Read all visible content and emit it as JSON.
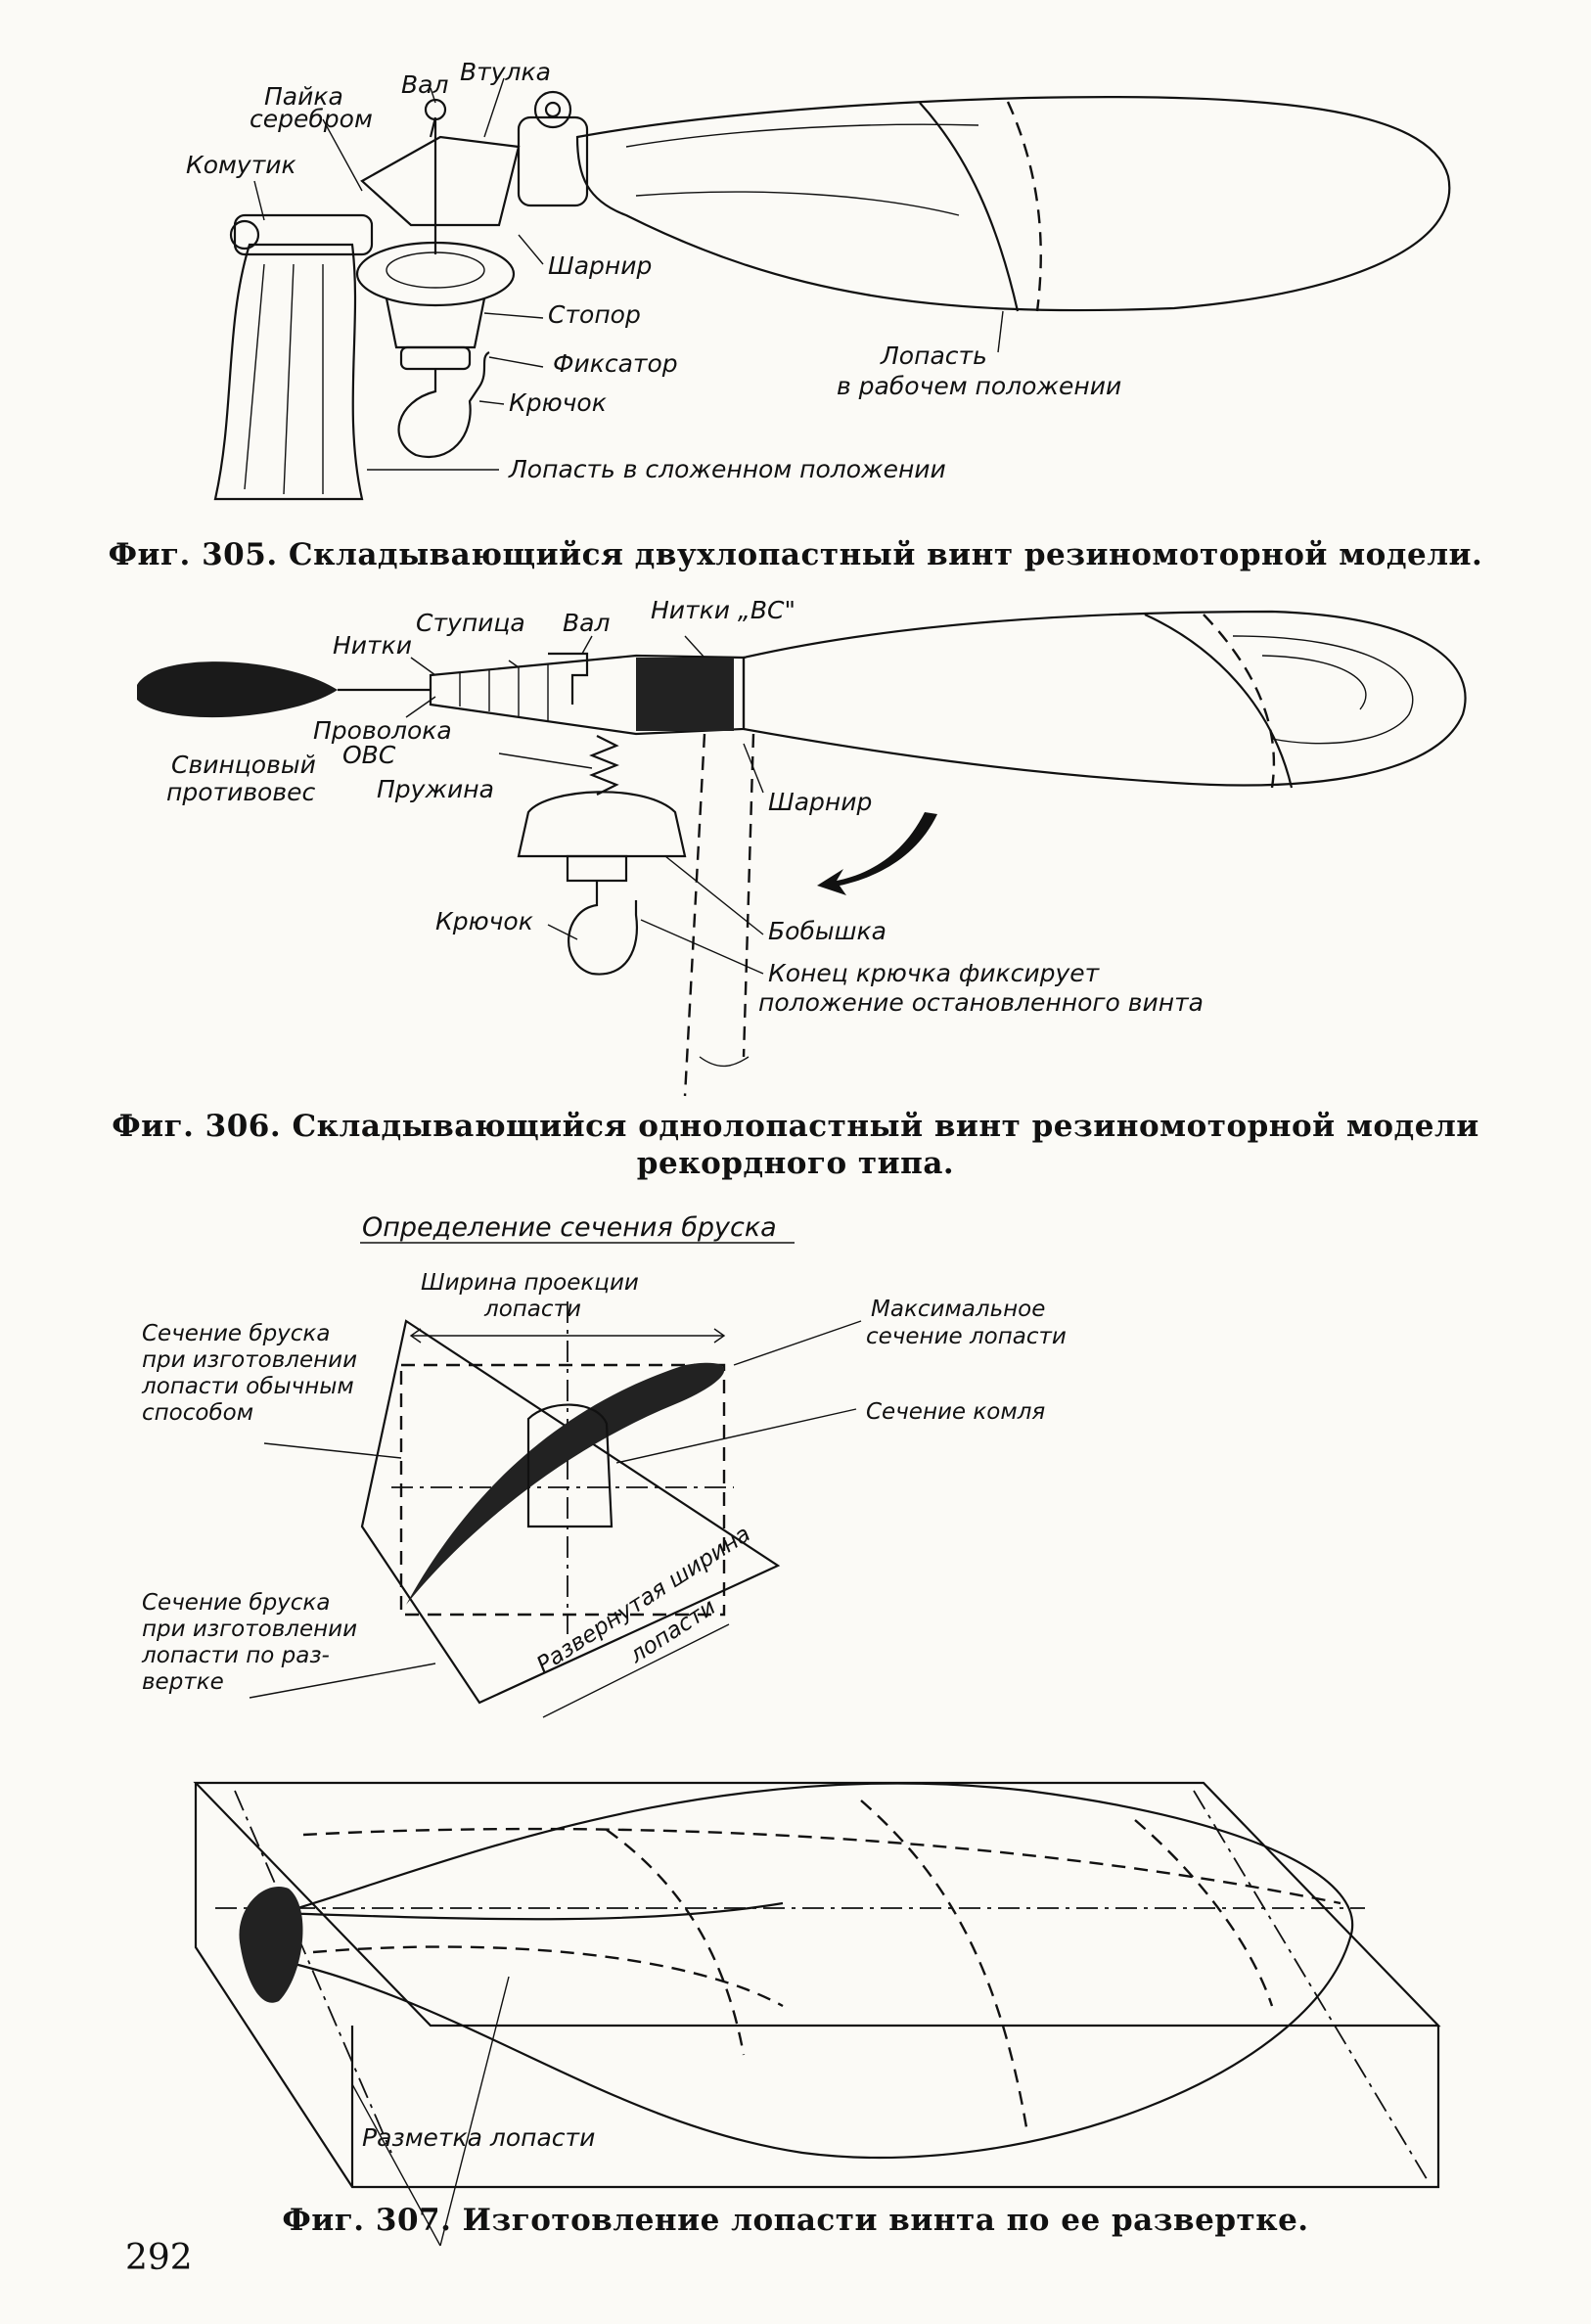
{
  "fig305": {
    "labels": {
      "payka": [
        "Пайка",
        "серебром"
      ],
      "val": "Вал",
      "vtulka": "Втулка",
      "komutik": "Комутик",
      "sharnir": "Шарнир",
      "stopor": "Стопор",
      "fiksator": "Фиксатор",
      "kryuchok": "Крючок",
      "lopast_rab": [
        "Лопасть",
        "в рабочем положении"
      ],
      "lopast_sl": "Лопасть в сложенном положении"
    },
    "caption": "Фиг. 305. Складывающийся двухлопастный винт резиномоторной модели."
  },
  "fig306": {
    "labels": {
      "stupitsa": "Ступица",
      "val": "Вал",
      "nitki_vs": "Нитки „ВС\"",
      "nitki": "Нитки",
      "provoloka": [
        "Проволока",
        "ОВС"
      ],
      "protivoves": [
        "Свинцовый",
        "противовес"
      ],
      "pruzhina": "Пружина",
      "sharnir": "Шарнир",
      "kryuchok": "Крючок",
      "bobyshka": "Бобышка",
      "konets": [
        "Конец крючка фиксирует",
        "положение остановленного винта"
      ]
    },
    "caption": [
      "Фиг. 306. Складывающийся однолопастный винт резиномоторной модели",
      "рекордного типа."
    ]
  },
  "fig307": {
    "title": "Определение сечения бруска",
    "labels": {
      "shirina_proekcii": [
        "Ширина проекции",
        "лопасти"
      ],
      "max_sech": [
        "Максимальное",
        "сечение лопасти"
      ],
      "sech_komlya": "Сечение комля",
      "sech_obych": [
        "Сечение бруска",
        "при изготовлении",
        "лопасти обычным",
        "способом"
      ],
      "sech_razv": [
        "Сечение бруска",
        "при изготовлении",
        "лопасти по раз-",
        "вертке"
      ],
      "razv_shirina": [
        "Развернутая ширина",
        "лопасти"
      ],
      "razmetka": "Разметка лопасти"
    },
    "caption": "Фиг. 307. Изготовление лопасти винта по ее развертке."
  },
  "page_number": "292"
}
